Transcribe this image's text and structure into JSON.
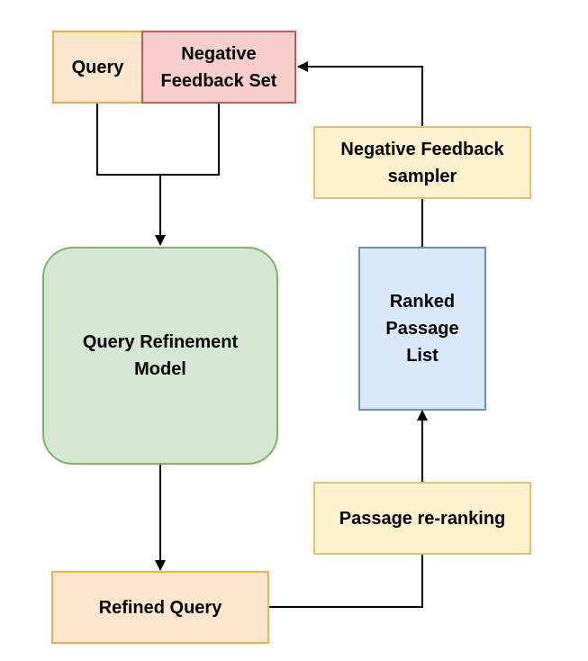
{
  "nodes": {
    "query": "Query",
    "negative_feedback_set": "Negative\nFeedback Set",
    "negative_feedback_sampler": "Negative Feedback\nsampler",
    "query_refinement_model": "Query Refinement\nModel",
    "ranked_passage_list": "Ranked\nPassage\nList",
    "passage_reranking": "Passage re-ranking",
    "refined_query": "Refined Query"
  },
  "colors": {
    "edge": "#000000",
    "orange_fill": "#ffe6cc",
    "orange_stroke": "#f0b04f",
    "red_fill": "#f8cecc",
    "red_stroke": "#c9595a",
    "yellow_fill": "#fff2cc",
    "yellow_stroke": "#e2c470",
    "green_fill": "#d5e8d4",
    "green_stroke": "#82b366",
    "blue_fill": "#dae8fc",
    "blue_stroke": "#6c8ebf"
  }
}
